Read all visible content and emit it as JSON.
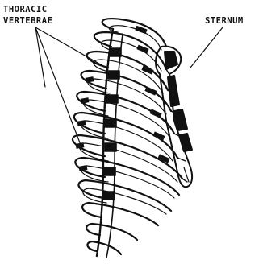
{
  "labels": {
    "thoracic_line1": "THORACIC",
    "thoracic_line2": "VERTEBRAE",
    "sternum": "STERNUM"
  },
  "colors": {
    "ink": "#111111",
    "background": "#ffffff"
  }
}
